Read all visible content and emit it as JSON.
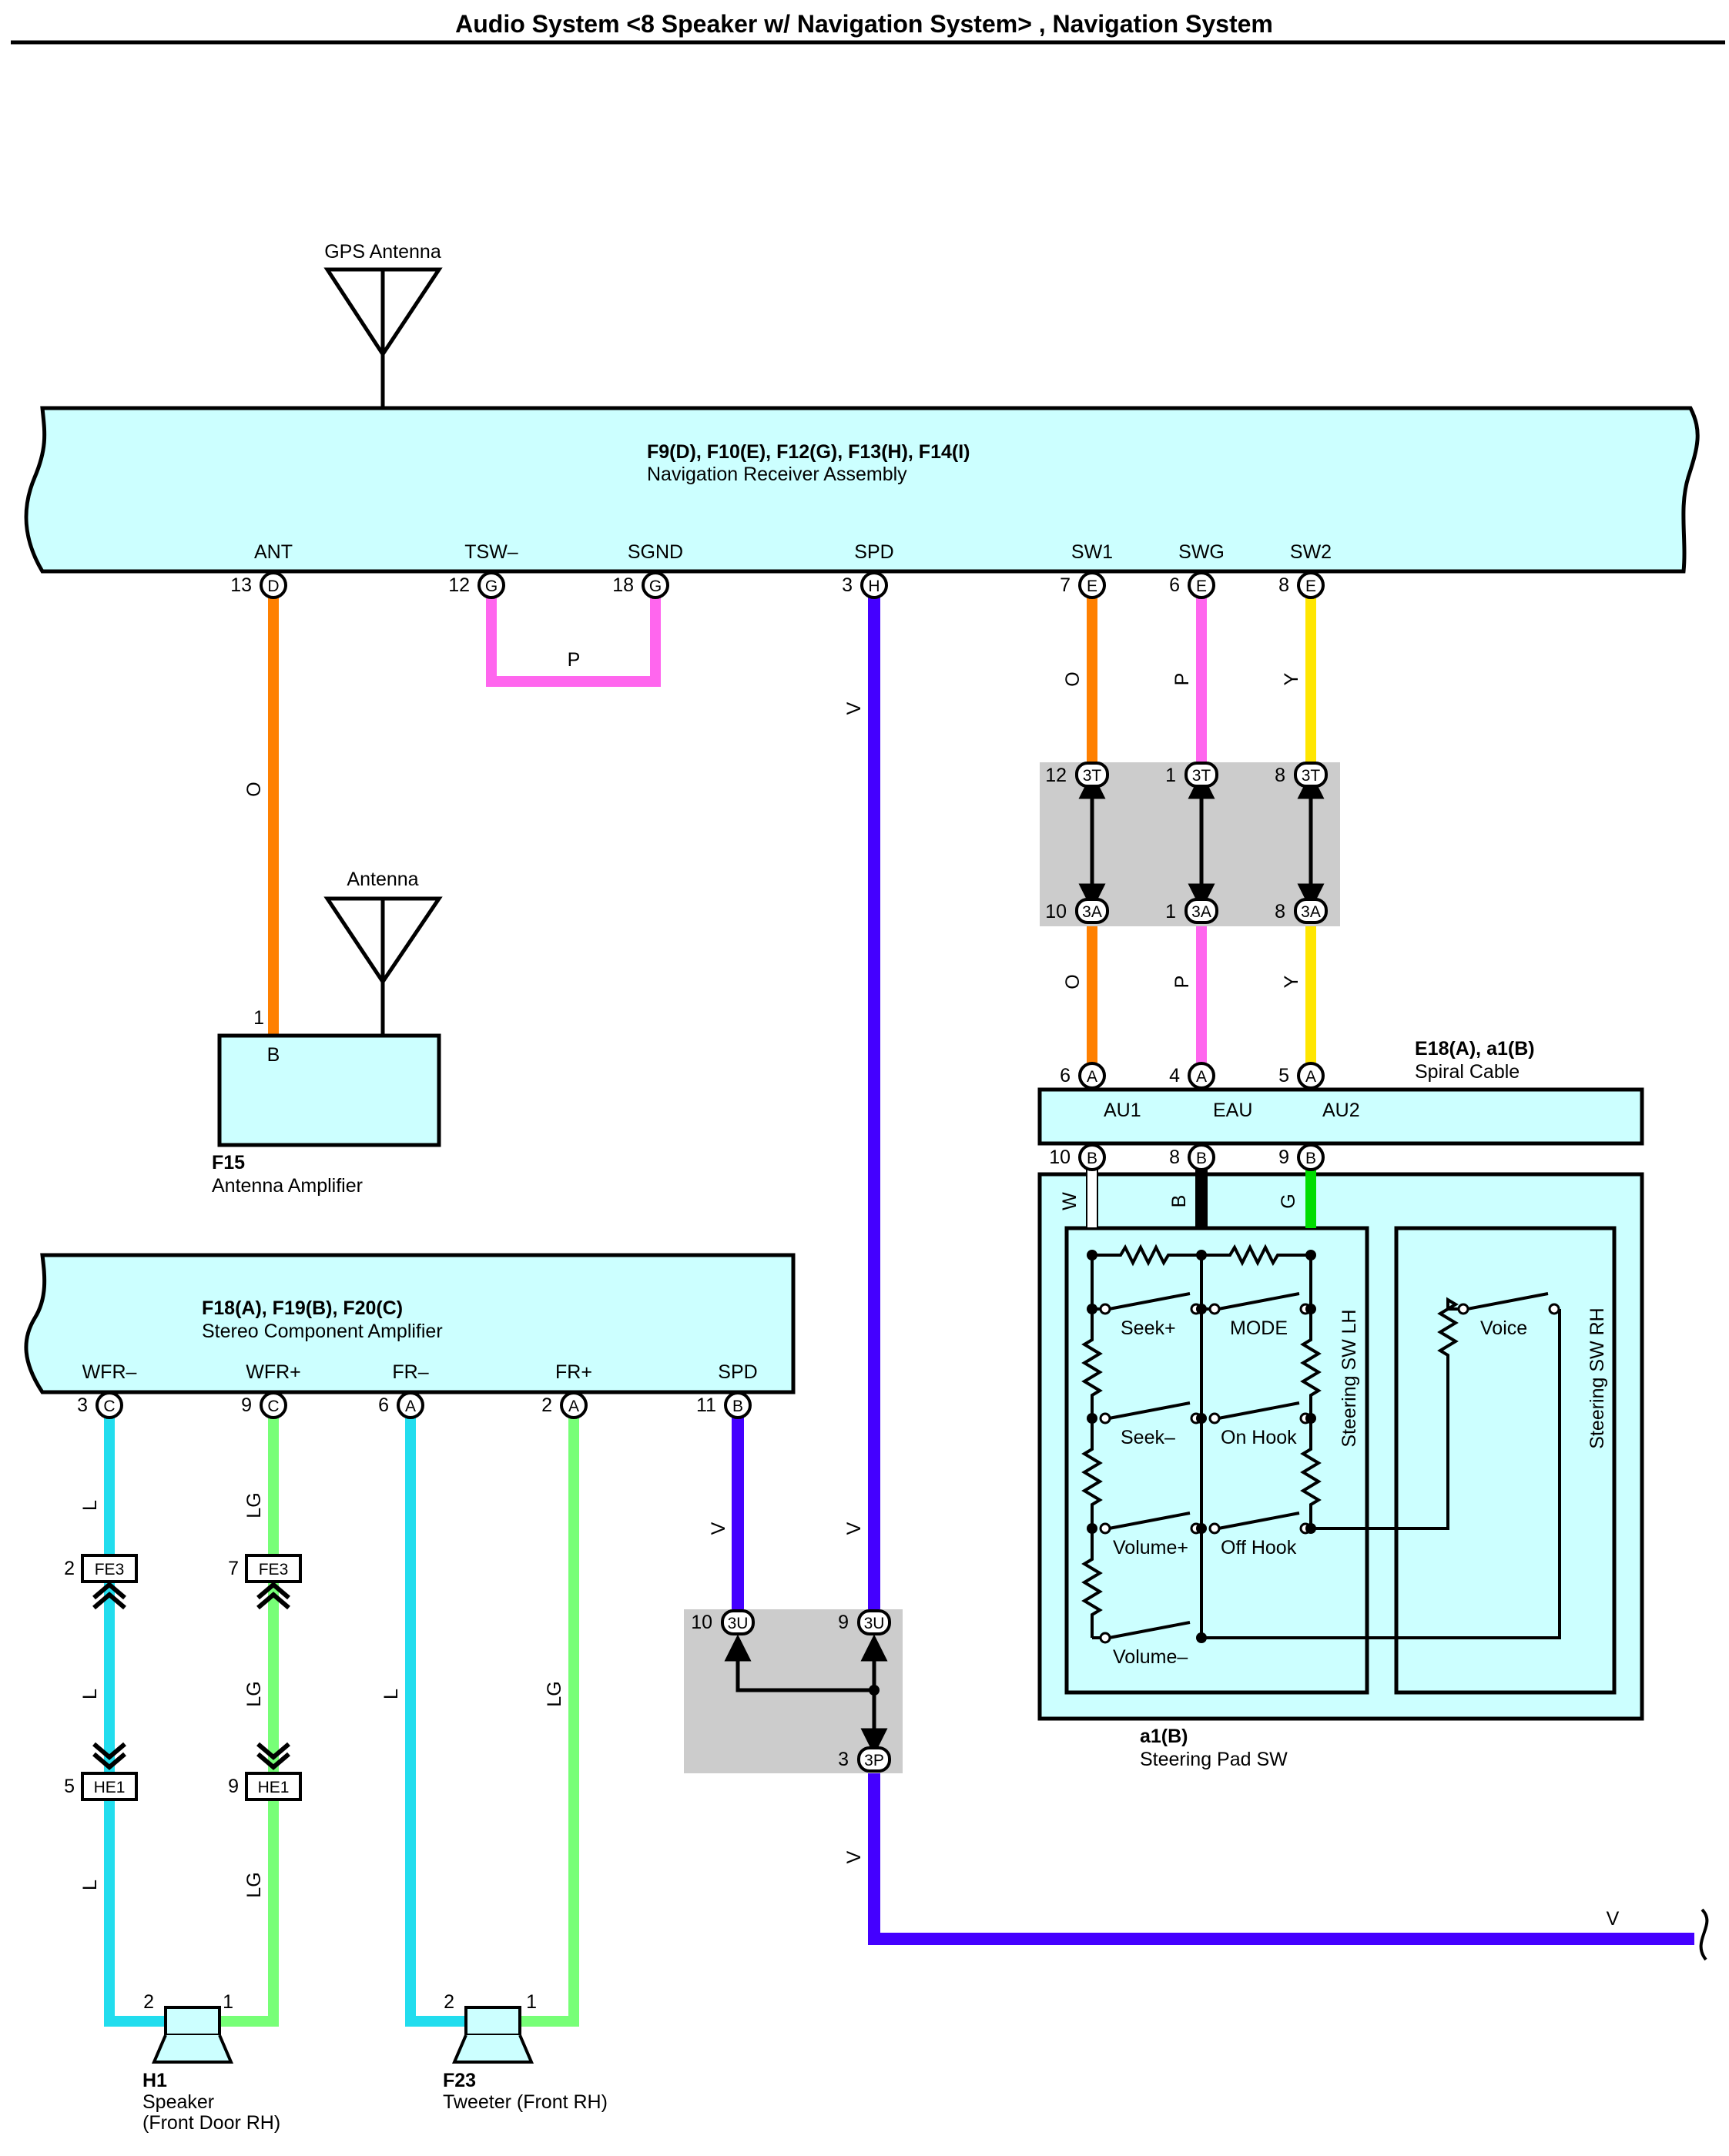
{
  "title": "Audio System <8 Speaker w/ Navigation System> , Navigation System",
  "colors": {
    "box_fill": "#ccffff",
    "junction_fill": "#cccccc",
    "wire_O": "#ff8000",
    "wire_P": "#ff66ee",
    "wire_V": "#4400ff",
    "wire_Y": "#ffe600",
    "wire_L": "#22ddee",
    "wire_LG": "#77ff77",
    "wire_G": "#00dd00",
    "wire_B": "#000000",
    "wire_W": "#ffffff"
  },
  "gps_antenna": {
    "label": "GPS Antenna"
  },
  "nav_receiver": {
    "ids": "F9(D), F10(E), F12(G), F13(H), F14(I)",
    "name": "Navigation Receiver Assembly",
    "terminals": [
      {
        "sig": "ANT",
        "pin": "13",
        "conn": "D"
      },
      {
        "sig": "TSW–",
        "pin": "12",
        "conn": "G"
      },
      {
        "sig": "SGND",
        "pin": "18",
        "conn": "G"
      },
      {
        "sig": "SPD",
        "pin": "3",
        "conn": "H"
      },
      {
        "sig": "SW1",
        "pin": "7",
        "conn": "E"
      },
      {
        "sig": "SWG",
        "pin": "6",
        "conn": "E"
      },
      {
        "sig": "SW2",
        "pin": "8",
        "conn": "E"
      }
    ]
  },
  "antenna": {
    "label": "Antenna"
  },
  "antenna_amp": {
    "id": "F15",
    "name": "Antenna Amplifier",
    "pin": "1",
    "conn": "B"
  },
  "junction_3T_3A": {
    "top": [
      {
        "pin": "12",
        "conn": "3T"
      },
      {
        "pin": "1",
        "conn": "3T"
      },
      {
        "pin": "8",
        "conn": "3T"
      }
    ],
    "bottom": [
      {
        "pin": "10",
        "conn": "3A"
      },
      {
        "pin": "1",
        "conn": "3A"
      },
      {
        "pin": "8",
        "conn": "3A"
      }
    ]
  },
  "spiral_cable": {
    "ids": "E18(A), a1(B)",
    "name": "Spiral Cable",
    "top": [
      {
        "pin": "6",
        "conn": "A"
      },
      {
        "pin": "4",
        "conn": "A"
      },
      {
        "pin": "5",
        "conn": "A"
      }
    ],
    "signals": [
      "AU1",
      "EAU",
      "AU2"
    ],
    "bottom": [
      {
        "pin": "10",
        "conn": "B"
      },
      {
        "pin": "8",
        "conn": "B"
      },
      {
        "pin": "9",
        "conn": "B"
      }
    ]
  },
  "steering_pad": {
    "id": "a1(B)",
    "name": "Steering Pad SW",
    "lh_label": "Steering SW LH",
    "rh_label": "Steering SW RH",
    "switches": [
      "Seek+",
      "MODE",
      "Seek–",
      "On Hook",
      "Volume+",
      "Off Hook",
      "Volume–",
      "Voice"
    ]
  },
  "stereo_amp": {
    "ids": "F18(A), F19(B), F20(C)",
    "name": "Stereo Component Amplifier",
    "terminals": [
      {
        "sig": "WFR–",
        "pin": "3",
        "conn": "C"
      },
      {
        "sig": "WFR+",
        "pin": "9",
        "conn": "C"
      },
      {
        "sig": "FR–",
        "pin": "6",
        "conn": "A"
      },
      {
        "sig": "FR+",
        "pin": "2",
        "conn": "A"
      },
      {
        "sig": "SPD",
        "pin": "11",
        "conn": "B"
      }
    ]
  },
  "fe3": [
    {
      "pin": "2",
      "conn": "FE3"
    },
    {
      "pin": "7",
      "conn": "FE3"
    }
  ],
  "he1": [
    {
      "pin": "5",
      "conn": "HE1"
    },
    {
      "pin": "9",
      "conn": "HE1"
    }
  ],
  "junction_3U_3P": {
    "inputs": [
      {
        "pin": "10",
        "conn": "3U"
      },
      {
        "pin": "9",
        "conn": "3U"
      }
    ],
    "output": {
      "pin": "3",
      "conn": "3P"
    }
  },
  "speaker_h1": {
    "id": "H1",
    "line1": "Speaker",
    "line2": "(Front Door RH)",
    "pin_left": "2",
    "pin_right": "1"
  },
  "tweeter_f23": {
    "id": "F23",
    "name": "Tweeter (Front RH)",
    "pin_left": "2",
    "pin_right": "1"
  },
  "wire_labels": {
    "ant": "O",
    "tsw_loop": "P",
    "spd_top": "V",
    "sw1_top": "O",
    "swg_top": "P",
    "sw2_top": "Y",
    "sw1_mid": "O",
    "swg_mid": "P",
    "sw2_mid": "Y",
    "sc_w": "W",
    "sc_b": "B",
    "sc_g": "G",
    "wfrm_1": "L",
    "wfrp_1": "LG",
    "wfrm_2": "L",
    "wfrp_2": "LG",
    "wfrm_3": "L",
    "wfrp_3": "LG",
    "frm": "L",
    "frp": "LG",
    "amp_spd": "V",
    "nav_spd_low": "V",
    "spd_down": "V",
    "spd_out": "V"
  }
}
